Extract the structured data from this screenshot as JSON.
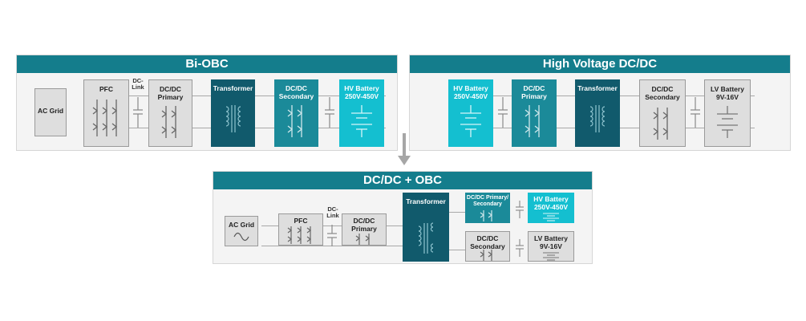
{
  "panels": {
    "bi_obc": {
      "title": "Bi-OBC",
      "ac_grid": "AC Grid",
      "pfc": "PFC",
      "dc_link": "DC-\nLink",
      "dcdc_primary": "DC/DC Primary",
      "transformer": "Transformer",
      "dcdc_secondary": "DC/DC Secondary",
      "hv_battery": "HV Battery 250V-450V"
    },
    "hv_dcdc": {
      "title": "High Voltage DC/DC",
      "hv_battery": "HV Battery 250V-450V",
      "dcdc_primary": "DC/DC Primary",
      "transformer": "Transformer",
      "dcdc_secondary": "DC/DC Secondary",
      "lv_battery": "LV Battery 9V-16V"
    },
    "combined": {
      "title": "DC/DC + OBC",
      "ac_grid": "AC Grid",
      "pfc": "PFC",
      "dc_link": "DC-\nLink",
      "dcdc_primary": "DC/DC Primary",
      "transformer": "Transformer",
      "dcdc_primary_secondary": "DC/DC Primary/ Secondary",
      "hv_battery": "HV Battery 250V-450V",
      "dcdc_secondary": "DC/DC Secondary",
      "lv_battery": "LV Battery 9V-16V"
    }
  },
  "colors": {
    "header": "#147d8c",
    "transformer": "#115a6c",
    "converter": "#1b8a99",
    "hv_battery": "#14bfd0",
    "gray_block": "#dedede"
  }
}
